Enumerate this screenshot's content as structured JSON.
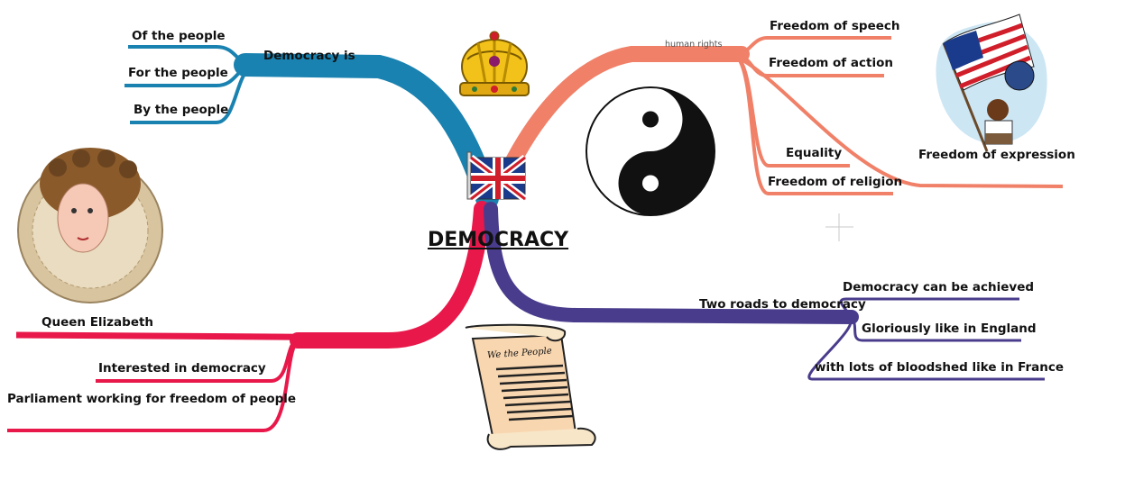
{
  "center": {
    "title": "DEMOCRACY"
  },
  "branches": {
    "democracy_is": {
      "label": "Democracy is",
      "color": "#1a82b0",
      "items": [
        "Of the people",
        "For the people",
        "By the people"
      ]
    },
    "human_rights": {
      "label": "human rights",
      "color": "#f08068",
      "items": [
        "Freedom of speech",
        "Freedom of action",
        "Equality",
        "Freedom of religion",
        "Freedom of expression"
      ]
    },
    "queen": {
      "color": "#e8184a",
      "items": [
        "Queen Elizabeth",
        "Interested in democracy",
        "Parliament working for freedom of people"
      ]
    },
    "roads": {
      "label": "Two roads to democracy",
      "color": "#4a3c8c",
      "items": [
        "Democracy can be achieved",
        "Gloriously like in England",
        "with lots of bloodshed like in France"
      ]
    }
  },
  "images": {
    "scroll_text": "We the People",
    "icons": [
      "crown-icon",
      "yin-yang-icon",
      "union-jack-flag-icon",
      "us-flag-boy-icon",
      "queen-elizabeth-portrait",
      "constitution-scroll-icon"
    ]
  }
}
